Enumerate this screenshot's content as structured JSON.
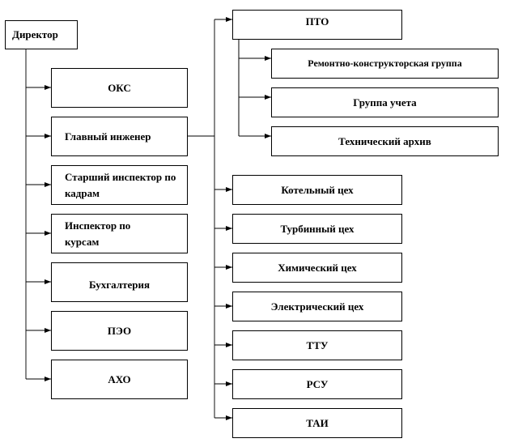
{
  "director": "Директор",
  "left_units": [
    "ОКС",
    "Главный инженер",
    "Старший инспектор по кадрам",
    "Инспектор по курсам",
    "Бухгалтерия",
    "ПЭО",
    "АХО"
  ],
  "right_units": [
    "ПТО",
    "Котельный цех",
    "Турбинный цех",
    "Химический цех",
    "Электрический цех",
    "ТТУ",
    "РСУ",
    "ТАИ"
  ],
  "pto_units": [
    "Ремонтно-конструкторская группа",
    "Группа учета",
    "Технический архив"
  ]
}
